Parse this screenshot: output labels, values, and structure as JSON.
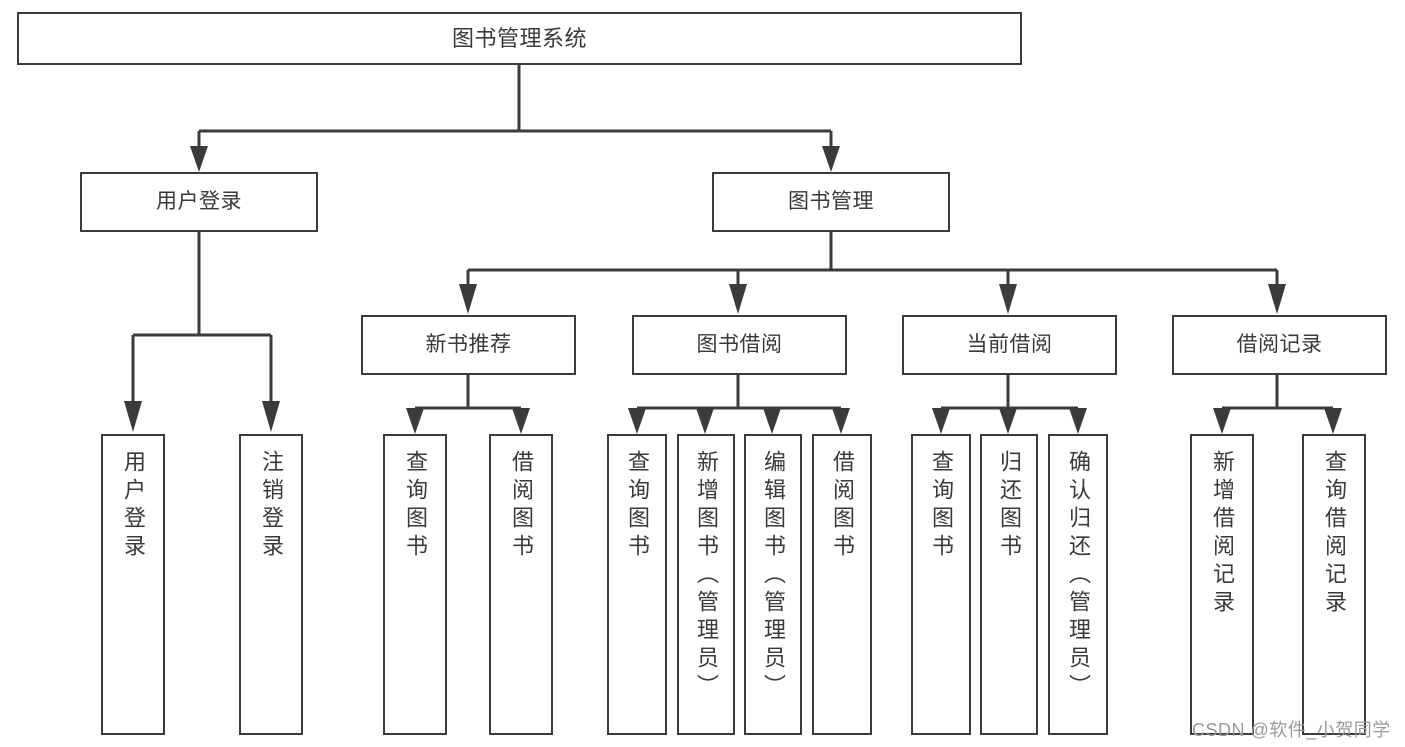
{
  "diagram": {
    "type": "tree-hierarchy-diagram",
    "title": "图书管理系统",
    "orientation": "top-down",
    "colors": {
      "box_border": "#3b3b3b",
      "box_fill": "#ffffff",
      "text": "#3a3a3a",
      "edge": "#3b3b3b",
      "watermark": "#9a9a9a",
      "background": "#ffffff"
    }
  },
  "root": {
    "label": "图书管理系统"
  },
  "level1": [
    {
      "label": "用户登录"
    },
    {
      "label": "图书管理"
    }
  ],
  "level2": [
    {
      "label": "新书推荐"
    },
    {
      "label": "图书借阅"
    },
    {
      "label": "当前借阅"
    },
    {
      "label": "借阅记录"
    }
  ],
  "leaves": {
    "user_login": [
      {
        "label": "用户登录"
      },
      {
        "label": "注销登录"
      }
    ],
    "new_book_recommend": [
      {
        "label": "查询图书"
      },
      {
        "label": "借阅图书"
      }
    ],
    "book_borrow": [
      {
        "label": "查询图书"
      },
      {
        "label": "新增图书（管理员）"
      },
      {
        "label": "编辑图书（管理员）"
      },
      {
        "label": "借阅图书"
      }
    ],
    "current_borrow": [
      {
        "label": "查询图书"
      },
      {
        "label": "归还图书"
      },
      {
        "label": "确认归还（管理员）"
      }
    ],
    "borrow_record": [
      {
        "label": "新增借阅记录"
      },
      {
        "label": "查询借阅记录"
      }
    ]
  },
  "watermark": {
    "text": "CSDN @软件_小贺同学"
  }
}
